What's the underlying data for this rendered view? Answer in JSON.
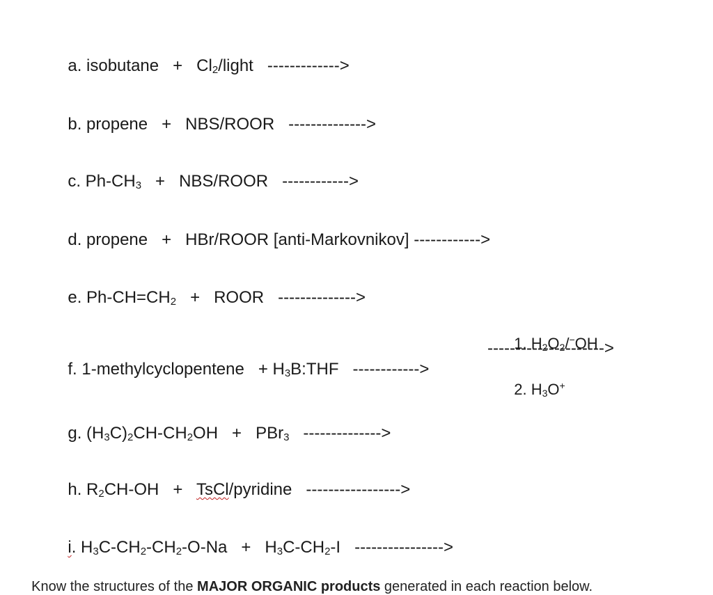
{
  "lines": [
    {
      "id": "a",
      "parts": [
        "a. isobutane   +   Cl",
        "2",
        "/light   ------------->"
      ]
    },
    {
      "id": "b",
      "parts": [
        "b. propene   +   NBS/ROOR   -------------->"
      ]
    },
    {
      "id": "c",
      "parts": [
        "c. Ph-CH",
        "3",
        "   +   NBS/ROOR   ------------>"
      ]
    },
    {
      "id": "d",
      "parts": [
        "d. propene   +   HBr/ROOR [anti-Markovnikov] ------------>"
      ]
    },
    {
      "id": "e",
      "parts": [
        "e. Ph-CH=CH",
        "2",
        "   +   ROOR   -------------->"
      ]
    },
    {
      "id": "f",
      "parts": [
        "f. 1-methylcyclopentene   + H",
        "3",
        "B:THF   ------------>"
      ]
    },
    {
      "id": "g",
      "parts": [
        "g. (H",
        "3",
        "C)",
        "2",
        "CH-CH",
        "2",
        "OH   +   PBr",
        "3",
        "   -------------->"
      ]
    },
    {
      "id": "h",
      "parts": [
        "h. R",
        "2",
        "CH-OH   +   ",
        "TsCl",
        "/pyridine   ----------------->"
      ]
    },
    {
      "id": "i",
      "parts": [
        "i",
        ". H",
        "3",
        "C-CH",
        "2",
        "-CH",
        "2",
        "-O-Na   +   H",
        "3",
        "C-CH",
        "2",
        "-I   ---------------->"
      ]
    }
  ],
  "conditions": {
    "step1": [
      "1. H",
      "2",
      "O",
      "2",
      "/",
      "−",
      "OH"
    ],
    "arrow": "--------------------->",
    "step2": [
      "2. H",
      "3",
      "O",
      "+"
    ]
  },
  "footer": {
    "pre": "Know the structures of the ",
    "bold": "MAJOR ORGANIC products",
    "post": " generated in each reaction below."
  }
}
